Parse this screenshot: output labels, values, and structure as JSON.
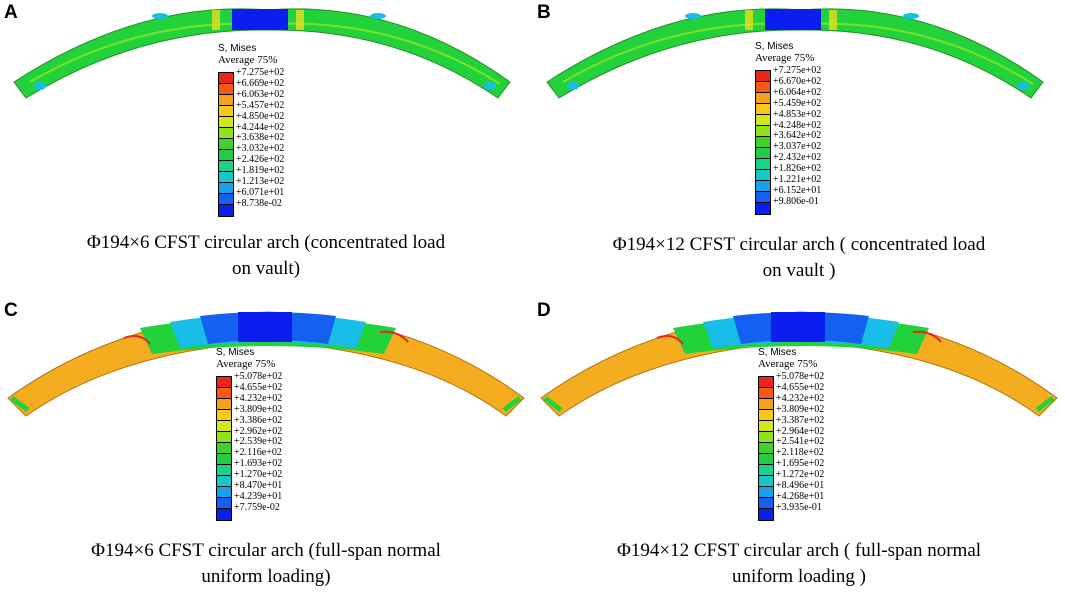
{
  "colors": {
    "blue": "#0a1ef0",
    "cyan": "#18bde8",
    "green": "#22d23a",
    "lime": "#7ae22a",
    "yellow": "#e8e020",
    "orange": "#f5ad20",
    "red": "#e8261a"
  },
  "legend_palette": [
    "#e8261a",
    "#f55a14",
    "#f5a01c",
    "#f5c81e",
    "#d6e41e",
    "#8ee21a",
    "#3ed22a",
    "#22cc46",
    "#1ad28a",
    "#18c8c8",
    "#18a0e8",
    "#1460f0",
    "#0a1ef0"
  ],
  "panels": [
    {
      "id": "a",
      "letter": "A",
      "legend_title": "S, Mises",
      "legend_sub": "Average 75%",
      "ticks": [
        "+7.275e+02",
        "+6.669e+02",
        "+6.063e+02",
        "+5.457e+02",
        "+4.850e+02",
        "+4.244e+02",
        "+3.638e+02",
        "+3.032e+02",
        "+2.426e+02",
        "+1.819e+02",
        "+1.213e+02",
        "+6.071e+01",
        "+8.738e-02"
      ],
      "caption_line1": "Φ194×6 CFST circular arch (concentrated load",
      "caption_line2": "on vault)",
      "body_color": "green",
      "crown_color": "blue"
    },
    {
      "id": "b",
      "letter": "B",
      "legend_title": "S, Mises",
      "legend_sub": "Average 75%",
      "ticks": [
        "+7.275e+02",
        "+6.670e+02",
        "+6.064e+02",
        "+5.459e+02",
        "+4.853e+02",
        "+4.248e+02",
        "+3.642e+02",
        "+3.037e+02",
        "+2.432e+02",
        "+1.826e+02",
        "+1.221e+02",
        "+6.152e+01",
        "+9.806e-01"
      ],
      "caption_line1": "Φ194×12 CFST circular arch ( concentrated load",
      "caption_line2": "on vault )",
      "body_color": "green",
      "crown_color": "blue"
    },
    {
      "id": "c",
      "letter": "C",
      "legend_title": "S, Mises",
      "legend_sub": "Average 75%",
      "ticks": [
        "+5.078e+02",
        "+4.655e+02",
        "+4.232e+02",
        "+3.809e+02",
        "+3.386e+02",
        "+2.962e+02",
        "+2.539e+02",
        "+2.116e+02",
        "+1.693e+02",
        "+1.270e+02",
        "+8.470e+01",
        "+4.239e+01",
        "+7.759e-02"
      ],
      "caption_line1": "Φ194×6 CFST circular arch (full-span normal",
      "caption_line2": "uniform loading)",
      "body_color": "orange",
      "crown_color": "blue"
    },
    {
      "id": "d",
      "letter": "D",
      "legend_title": "S, Mises",
      "legend_sub": "Average 75%",
      "ticks": [
        "+5.078e+02",
        "+4.655e+02",
        "+4.232e+02",
        "+3.809e+02",
        "+3.387e+02",
        "+2.964e+02",
        "+2.541e+02",
        "+2.118e+02",
        "+1.695e+02",
        "+1.272e+02",
        "+8.496e+01",
        "+4.268e+01",
        "+3.935e-01"
      ],
      "caption_line1": "Φ194×12 CFST circular arch ( full-span normal",
      "caption_line2": "uniform loading )",
      "body_color": "orange",
      "crown_color": "blue"
    }
  ]
}
